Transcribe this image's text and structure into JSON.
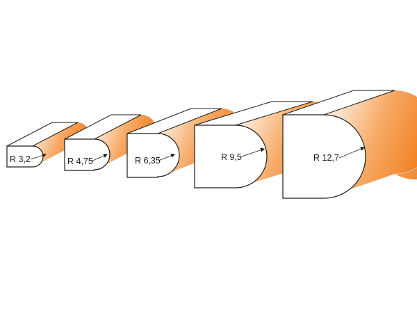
{
  "profiles": [
    {
      "label": "R 3,2"
    },
    {
      "label": "R 4,75"
    },
    {
      "label": "R 6,35"
    },
    {
      "label": "R 9,5"
    },
    {
      "label": "R 12,7"
    }
  ],
  "colors": {
    "orange": "#f07d1e",
    "orange_light": "#ffffff",
    "outline": "#1a1a1a",
    "face": "#ffffff"
  }
}
